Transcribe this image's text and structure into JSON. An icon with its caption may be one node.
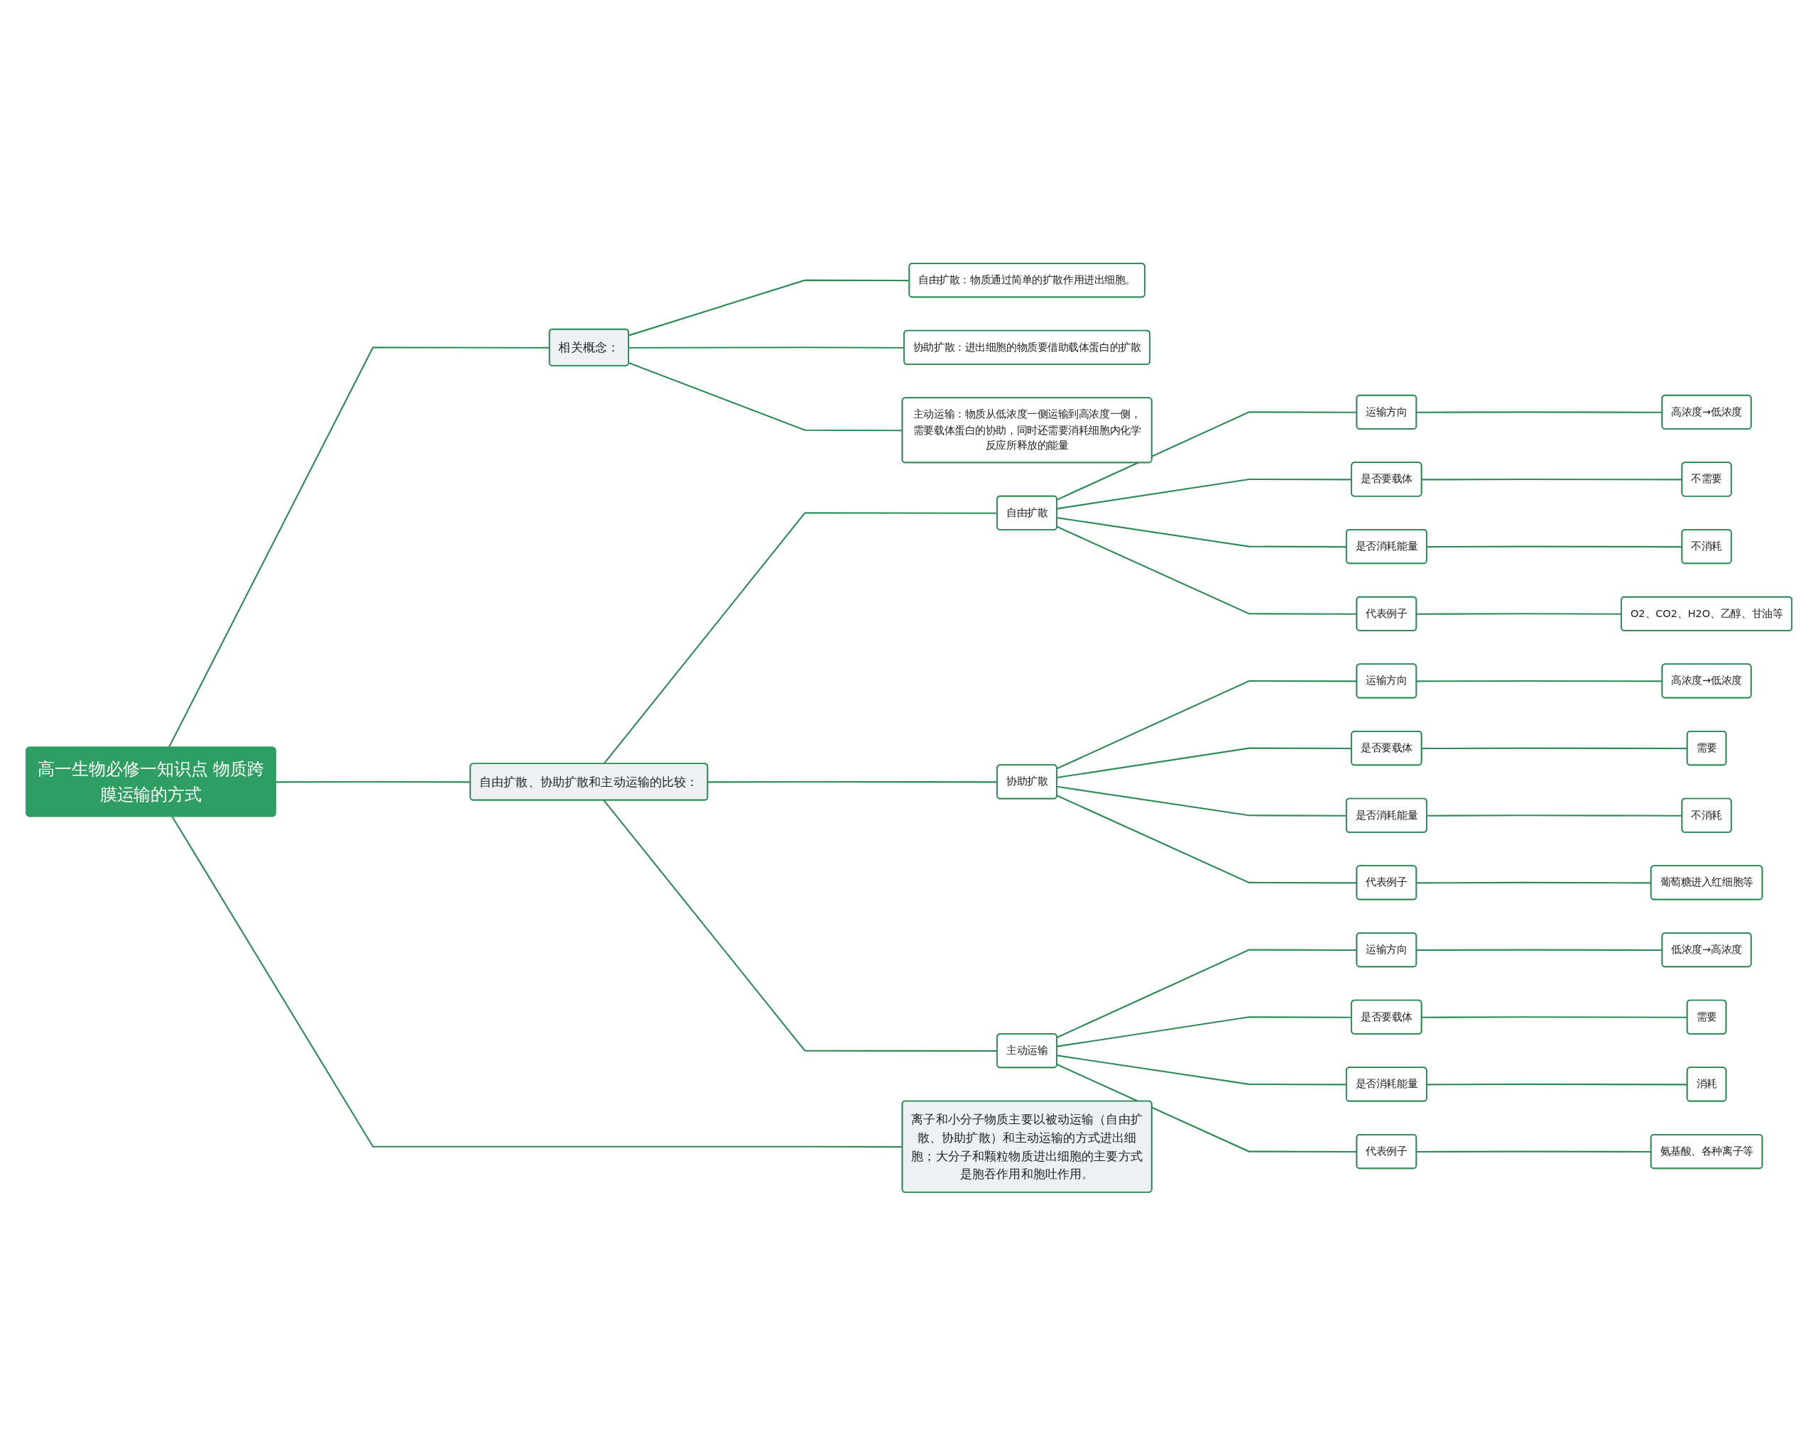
{
  "diagram": {
    "nodes": [
      {
        "text": [
          "高一生物必修一知识点 物质跨膜运输的方式"
        ]
      },
      {
        "text": [
          "相关概念："
        ]
      },
      {
        "text": [
          "自由扩散：物质通过简单的扩散作用进出细胞。"
        ]
      },
      {
        "text": [
          "协助扩散：进出细胞的物质要借助载体蛋白的扩散"
        ]
      },
      {
        "text": [
          "主动运输：物质从低浓度一侧运输到高浓度一侧，需要载体蛋白的协助，同时还需要消耗细胞内化学反应所释放的能量"
        ]
      },
      {
        "text": [
          "自由扩散、协助扩散和主动运输的比较："
        ]
      },
      {
        "text": [
          "自由扩散"
        ]
      },
      {
        "text": [
          "运输方向"
        ]
      },
      {
        "text": [
          "高浓度→低浓度"
        ]
      },
      {
        "text": [
          "是否要载体"
        ]
      },
      {
        "text": [
          "不需要"
        ]
      },
      {
        "text": [
          "是否消耗能量"
        ]
      },
      {
        "text": [
          "不消耗"
        ]
      },
      {
        "text": [
          "代表例子"
        ]
      },
      {
        "text": [
          "O2、CO2、H2O、乙醇、甘油等"
        ]
      },
      {
        "text": [
          "协助扩散"
        ]
      },
      {
        "text": [
          "运输方向"
        ]
      },
      {
        "text": [
          "高浓度→低浓度"
        ]
      },
      {
        "text": [
          "是否要载体"
        ]
      },
      {
        "text": [
          "需要"
        ]
      },
      {
        "text": [
          "是否消耗能量"
        ]
      },
      {
        "text": [
          "不消耗"
        ]
      },
      {
        "text": [
          "代表例子"
        ]
      },
      {
        "text": [
          "葡萄糖进入红细胞等"
        ]
      },
      {
        "text": [
          "主动运输"
        ]
      },
      {
        "text": [
          "运输方向"
        ]
      },
      {
        "text": [
          "低浓度→高浓度"
        ]
      },
      {
        "text": [
          "是否要载体"
        ]
      },
      {
        "text": [
          "需要"
        ]
      },
      {
        "text": [
          "是否消耗能量"
        ]
      },
      {
        "text": [
          "消耗"
        ]
      },
      {
        "text": [
          "代表例子"
        ]
      },
      {
        "text": [
          "氨基酸、各种离子等"
        ]
      },
      {
        "text": [
          "离子和小分子物质主要以被动运输（自由扩散、协助扩散）和主动运输的方式进出细胞；大分子和颗粒物质进出细胞的主要方式是胞吞作用和胞吐作用。"
        ]
      }
    ],
    "edges": [
      {
        "from": 0,
        "to": 1,
        "arrow": "none"
      },
      {
        "from": 1,
        "to": 2,
        "arrow": "none"
      },
      {
        "from": 1,
        "to": 3,
        "arrow": "none"
      },
      {
        "from": 1,
        "to": 4,
        "arrow": "none"
      },
      {
        "from": 0,
        "to": 5,
        "arrow": "none"
      },
      {
        "from": 5,
        "to": 6,
        "arrow": "none"
      },
      {
        "from": 6,
        "to": 7,
        "arrow": "none"
      },
      {
        "from": 7,
        "to": 8,
        "arrow": "none"
      },
      {
        "from": 6,
        "to": 9,
        "arrow": "none"
      },
      {
        "from": 9,
        "to": 10,
        "arrow": "none"
      },
      {
        "from": 6,
        "to": 11,
        "arrow": "none"
      },
      {
        "from": 11,
        "to": 12,
        "arrow": "none"
      },
      {
        "from": 6,
        "to": 13,
        "arrow": "none"
      },
      {
        "from": 13,
        "to": 14,
        "arrow": "none"
      },
      {
        "from": 5,
        "to": 15,
        "arrow": "none"
      },
      {
        "from": 15,
        "to": 16,
        "arrow": "none"
      },
      {
        "from": 16,
        "to": 17,
        "arrow": "none"
      },
      {
        "from": 15,
        "to": 18,
        "arrow": "none"
      },
      {
        "from": 18,
        "to": 19,
        "arrow": "none"
      },
      {
        "from": 15,
        "to": 20,
        "arrow": "none"
      },
      {
        "from": 20,
        "to": 21,
        "arrow": "none"
      },
      {
        "from": 15,
        "to": 22,
        "arrow": "none"
      },
      {
        "from": 22,
        "to": 23,
        "arrow": "none"
      },
      {
        "from": 5,
        "to": 24,
        "arrow": "none"
      },
      {
        "from": 24,
        "to": 25,
        "arrow": "none"
      },
      {
        "from": 25,
        "to": 26,
        "arrow": "none"
      },
      {
        "from": 24,
        "to": 27,
        "arrow": "none"
      },
      {
        "from": 27,
        "to": 28,
        "arrow": "none"
      },
      {
        "from": 24,
        "to": 29,
        "arrow": "none"
      },
      {
        "from": 29,
        "to": 30,
        "arrow": "none"
      },
      {
        "from": 24,
        "to": 31,
        "arrow": "none"
      },
      {
        "from": 31,
        "to": 32,
        "arrow": "none"
      },
      {
        "from": 0,
        "to": 33,
        "arrow": "none"
      }
    ]
  }
}
